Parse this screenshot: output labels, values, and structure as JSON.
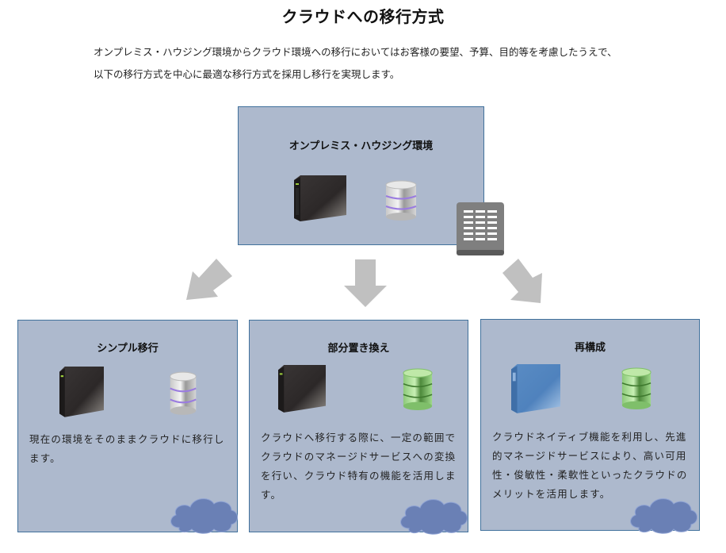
{
  "page": {
    "title": "クラウドへの移行方式",
    "intro": [
      "オンプレミス・ハウジング環境からクラウド環境への移行においてはお客様の要望、予算、目的等を考慮したうえで、",
      "以下の移行方式を中心に最適な移行方式を採用し移行を実現します。"
    ]
  },
  "source": {
    "title": "オンプレミス・ハウジング環境",
    "icons": [
      "server-icon",
      "database-icon",
      "rack-icon"
    ]
  },
  "arrows": [
    "arrow-down-left",
    "arrow-down",
    "arrow-down-right"
  ],
  "methods": [
    {
      "title": "シンプル移行",
      "description": "現在の環境をそのままクラウドに移行します。",
      "server_style": "dark",
      "database_style": "silver"
    },
    {
      "title": "部分置き換え",
      "description": "クラウドへ移行する際に、一定の範囲でクラウドのマネージドサービスへの変換を行い、クラウド特有の機能を活用します。",
      "server_style": "dark",
      "database_style": "green"
    },
    {
      "title": "再構成",
      "description": "クラウドネイティブ機能を利用し、先進的マネージドサービスにより、高い可用性・俊敏性・柔軟性といったクラウドのメリットを活用します。",
      "server_style": "blue",
      "database_style": "green"
    }
  ],
  "colors": {
    "box_fill": "#adb9cd",
    "box_border": "#41719c",
    "cloud": "#6a80b5",
    "arrow": "#c0c0c0",
    "rack": "#7f7f7f"
  }
}
